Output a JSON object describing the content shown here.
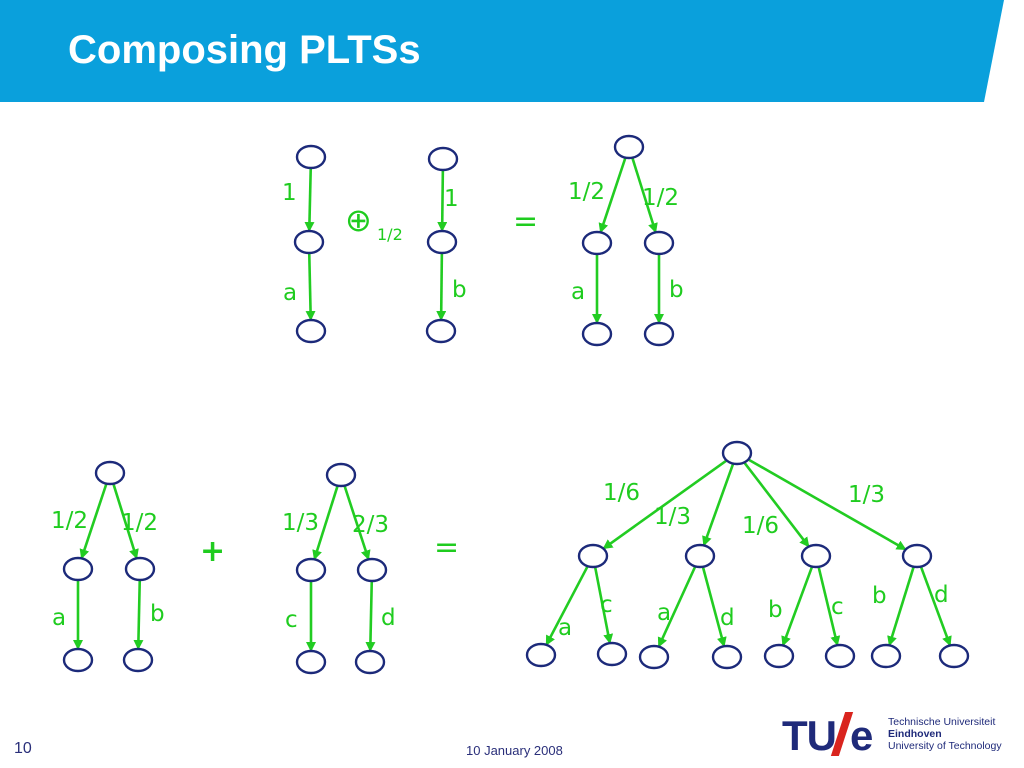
{
  "header": {
    "title": "Composing PLTSs",
    "bar_color": "#0aa0dc"
  },
  "colors": {
    "node_stroke": "#1c2a7a",
    "edge": "#22cc22"
  },
  "diagram_top": {
    "left_system": {
      "edge1": "1",
      "edge2": "a"
    },
    "operator_symbol": "⊕",
    "operator_subscript": "1/2",
    "right_system": {
      "edge1": "1",
      "edge2": "b"
    },
    "equals": "=",
    "result": {
      "prob_left": "1/2",
      "prob_right": "1/2",
      "action_left": "a",
      "action_right": "b"
    }
  },
  "diagram_bottom": {
    "left_system": {
      "prob_left": "1/2",
      "prob_right": "1/2",
      "action_left": "a",
      "action_right": "b"
    },
    "plus": "+",
    "right_system": {
      "prob_left": "1/3",
      "prob_right": "2/3",
      "action_left": "c",
      "action_right": "d"
    },
    "equals": "=",
    "result": {
      "prob_1": "1/6",
      "prob_2": "1/3",
      "prob_3": "1/6",
      "prob_4": "1/3",
      "leaf_labels": [
        "a",
        "c",
        "a",
        "d",
        "b",
        "c",
        "b",
        "d"
      ]
    }
  },
  "footer": {
    "page_number": "10",
    "date": "10 January 2008",
    "logo": {
      "mark": "TU",
      "mark_e": "e",
      "line1": "Technische Universiteit",
      "line2": "Eindhoven",
      "line3": "University of Technology"
    }
  }
}
